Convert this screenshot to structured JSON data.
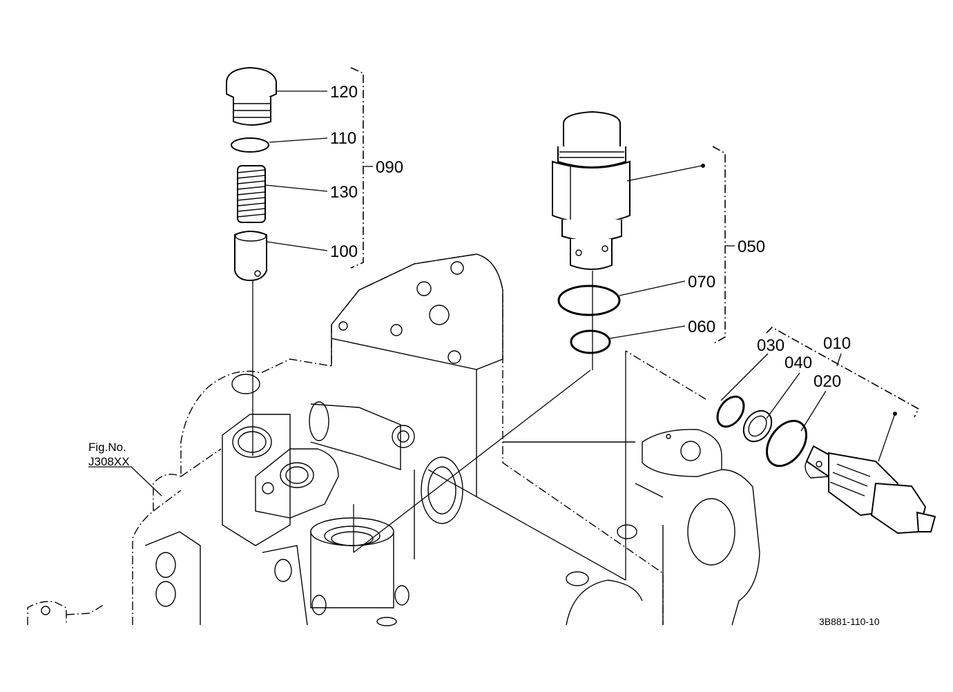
{
  "callouts": {
    "c120": "120",
    "c110": "110",
    "c130": "130",
    "c100": "100",
    "c090": "090",
    "c050": "050",
    "c070": "070",
    "c060": "060",
    "c030": "030",
    "c010": "010",
    "c040": "040",
    "c020": "020"
  },
  "figure_ref": {
    "line1": "Fig.No.",
    "line2": "J308XX"
  },
  "drawing_code": "3B881-110-10"
}
